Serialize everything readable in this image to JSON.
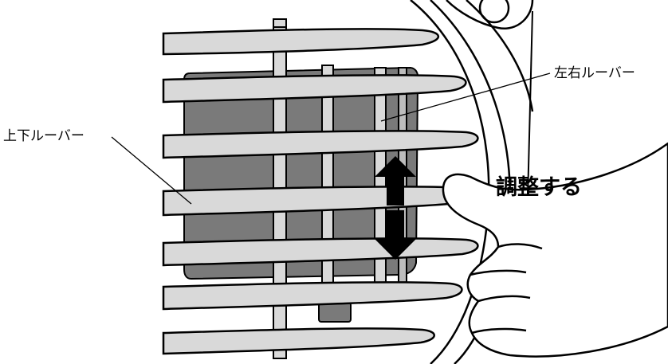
{
  "labels": {
    "left_right_louver": "左右ルーバー",
    "up_down_louver": "上下ルーバー",
    "adjust": "調整する"
  },
  "colors": {
    "louver_fill": "#d9d9d9",
    "vent_dark": "#7a7a7a",
    "outline": "#000000",
    "arrow": "#000000",
    "background": "#ffffff"
  }
}
